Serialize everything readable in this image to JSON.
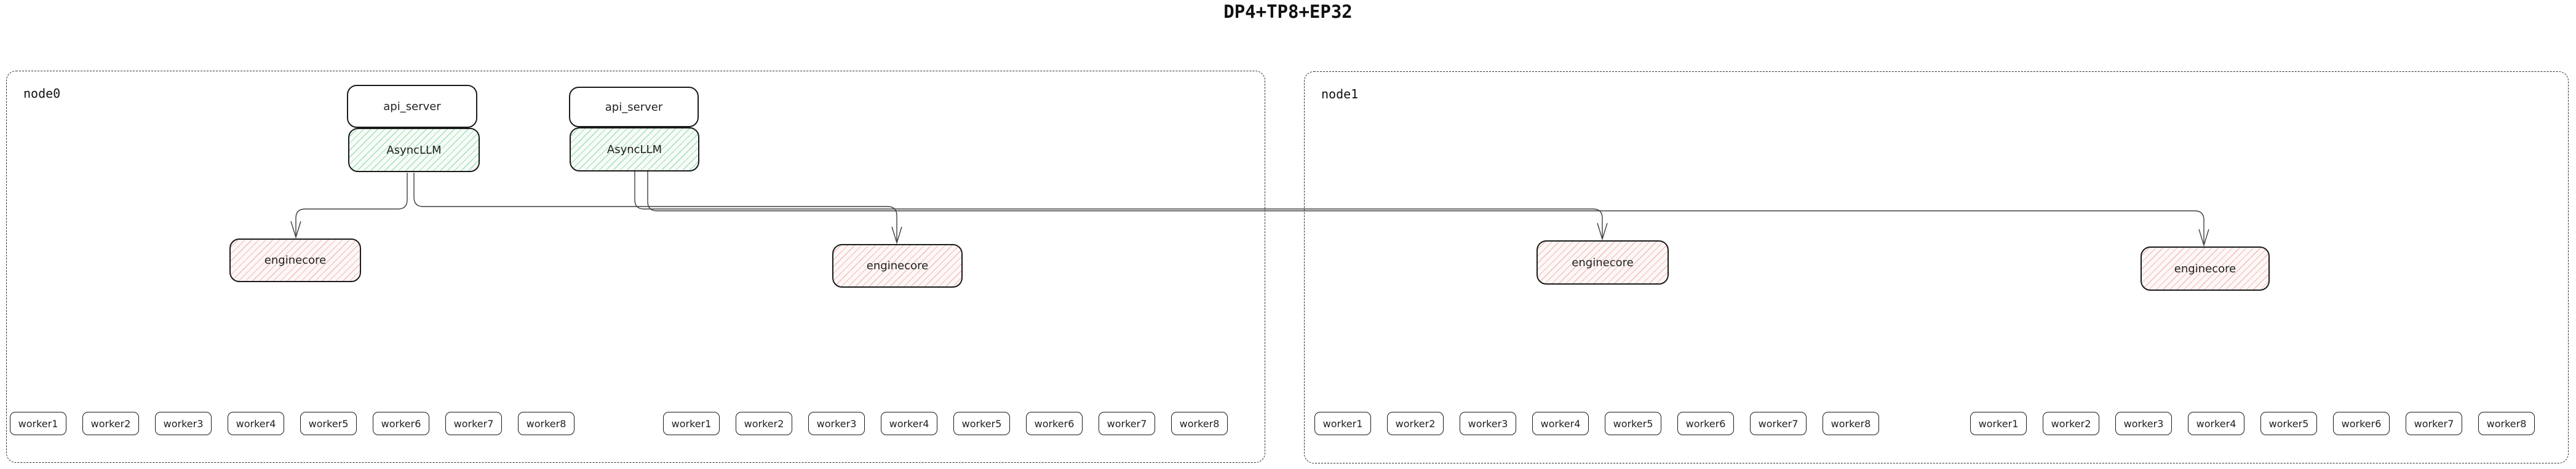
{
  "title": "DP4+TP8+EP32",
  "colors": {
    "box_border": "#1a1a1a",
    "async_llm_hatch": "#78cd96",
    "enginecore_hatch": "#e4807a",
    "connector": "#3f3f3f"
  },
  "nodes": [
    {
      "label": "node0",
      "stacks": [
        {
          "api_server": "api_server",
          "async_llm": "AsyncLLM"
        },
        {
          "api_server": "api_server",
          "async_llm": "AsyncLLM"
        }
      ],
      "enginecores": [
        "enginecore",
        "enginecore"
      ],
      "worker_groups": [
        [
          "worker1",
          "worker2",
          "worker3",
          "worker4",
          "worker5",
          "worker6",
          "worker7",
          "worker8"
        ],
        [
          "worker1",
          "worker2",
          "worker3",
          "worker4",
          "worker5",
          "worker6",
          "worker7",
          "worker8"
        ]
      ]
    },
    {
      "label": "node1",
      "stacks": [],
      "enginecores": [
        "enginecore",
        "enginecore"
      ],
      "worker_groups": [
        [
          "worker1",
          "worker2",
          "worker3",
          "worker4",
          "worker5",
          "worker6",
          "worker7",
          "worker8"
        ],
        [
          "worker1",
          "worker2",
          "worker3",
          "worker4",
          "worker5",
          "worker6",
          "worker7",
          "worker8"
        ]
      ]
    }
  ]
}
